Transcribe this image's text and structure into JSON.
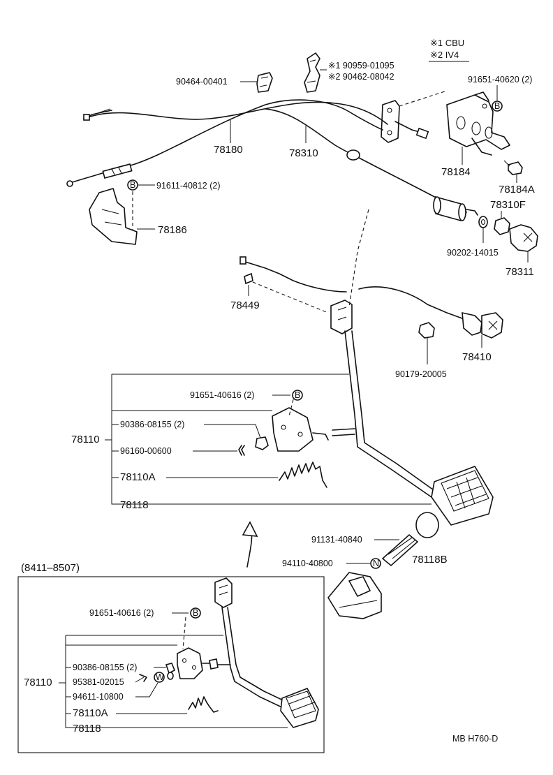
{
  "notes": {
    "cbu": "※1 CBU",
    "iv4": "※2 IV4"
  },
  "callouts": {
    "p90464": "90464-00401",
    "p90959": "※1 90959-01095",
    "p90462": "※2 90462-08042",
    "p91651_40620": "91651-40620 (2)",
    "p78180": "78180",
    "p78310": "78310",
    "p78184": "78184",
    "p78184A": "78184A",
    "p91611": "91611-40812 (2)",
    "p78310F": "78310F",
    "p78186": "78186",
    "p90202": "90202-14015",
    "p78311": "78311",
    "p78449": "78449",
    "p78410": "78410",
    "p90179": "90179-20005",
    "p91651_40616": "91651-40616 (2)",
    "p78110": "78110",
    "p90386": "90386-08155 (2)",
    "p96160": "96160-00600",
    "p78110A": "78110A",
    "p78118": "78118",
    "p91131": "91131-40840",
    "p78118B": "78118B",
    "p94110": "94110-40800"
  },
  "inset": {
    "title": "(8411–8507)",
    "p91651": "91651-40616 (2)",
    "p90386": "90386-08155 (2)",
    "p78110": "78110",
    "p95381": "95381-02015",
    "p94611": "94611-10800",
    "p78110A": "78110A",
    "p78118": "78118"
  },
  "symbols": {
    "b": "B",
    "n": "N",
    "w": "W"
  },
  "footer": {
    "code": "MB  H760-D"
  }
}
